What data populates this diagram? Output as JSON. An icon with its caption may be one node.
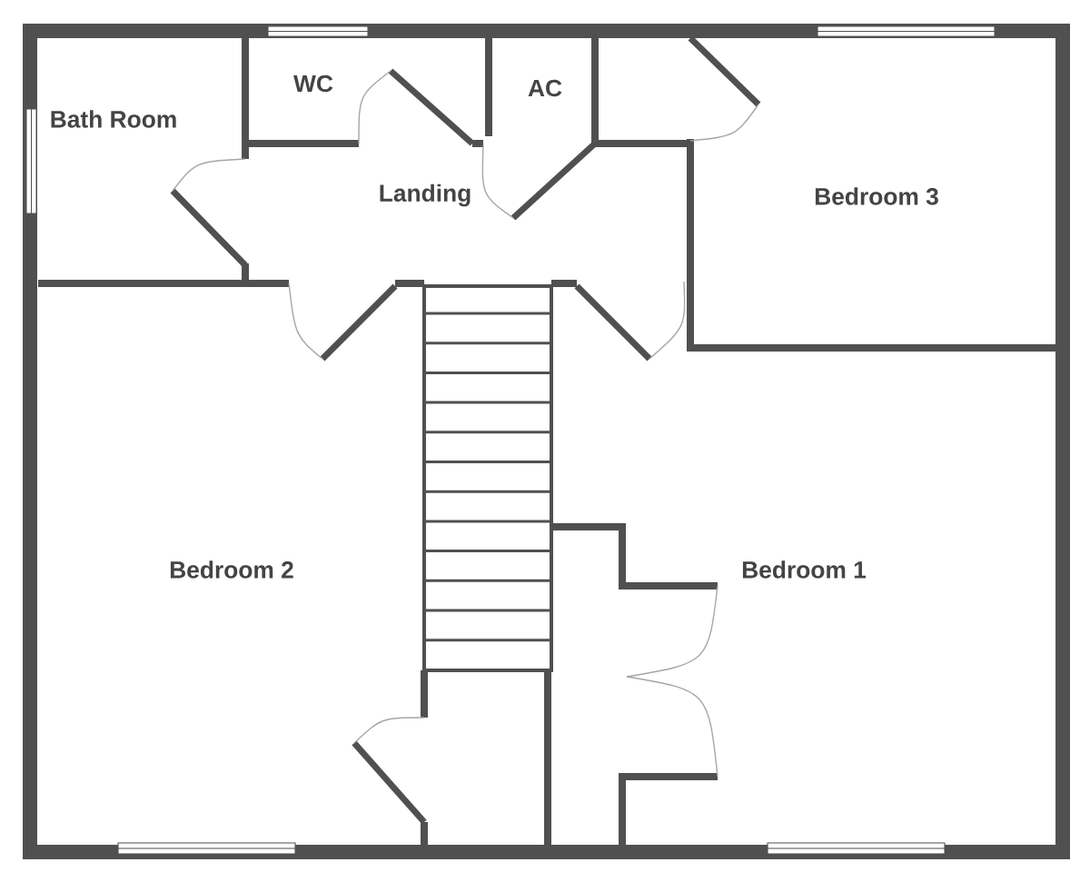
{
  "diagram": {
    "labels": [
      "Bath Room",
      "WC",
      "AC",
      "Landing",
      "Bedroom 3",
      "Bedroom 2",
      "Bedroom 1"
    ]
  }
}
